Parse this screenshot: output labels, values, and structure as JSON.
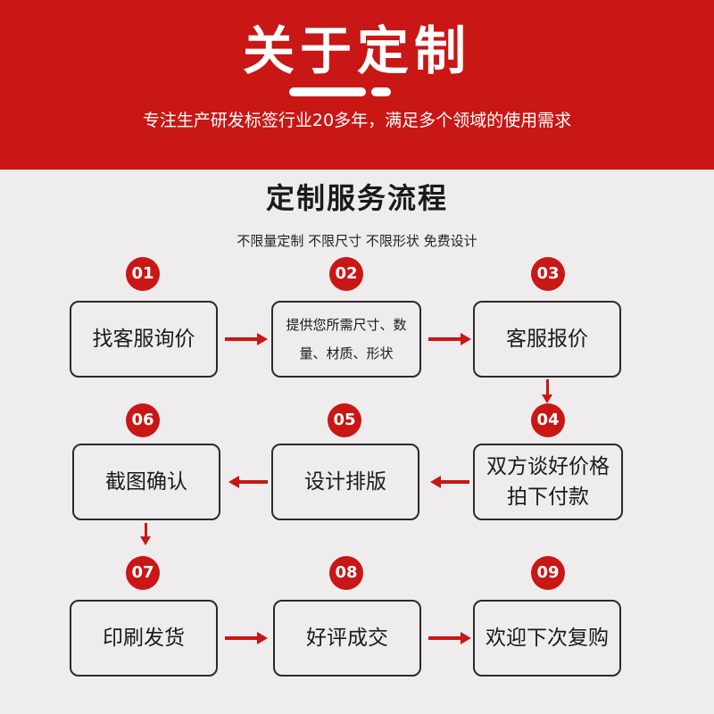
{
  "header": {
    "title": "关于定制",
    "subtitle": "专注生产研发标签行业20多年，满足多个领域的使用需求"
  },
  "process": {
    "title": "定制服务流程",
    "subtitle": "不限量定制 不限尺寸 不限形状 免费设计",
    "steps": [
      {
        "number": "01",
        "label": "找客服询价"
      },
      {
        "number": "02",
        "label": "提供您所需尺寸、数量、材质、形状"
      },
      {
        "number": "03",
        "label": "客服报价"
      },
      {
        "number": "04",
        "label": "双方谈好价格拍下付款"
      },
      {
        "number": "05",
        "label": "设计排版"
      },
      {
        "number": "06",
        "label": "截图确认"
      },
      {
        "number": "07",
        "label": "印刷发货"
      },
      {
        "number": "08",
        "label": "好评成交"
      },
      {
        "number": "09",
        "label": "欢迎下次复购"
      }
    ]
  },
  "colors": {
    "accent": "#c81715",
    "background": "#efeced",
    "border": "#2a2a2a"
  }
}
